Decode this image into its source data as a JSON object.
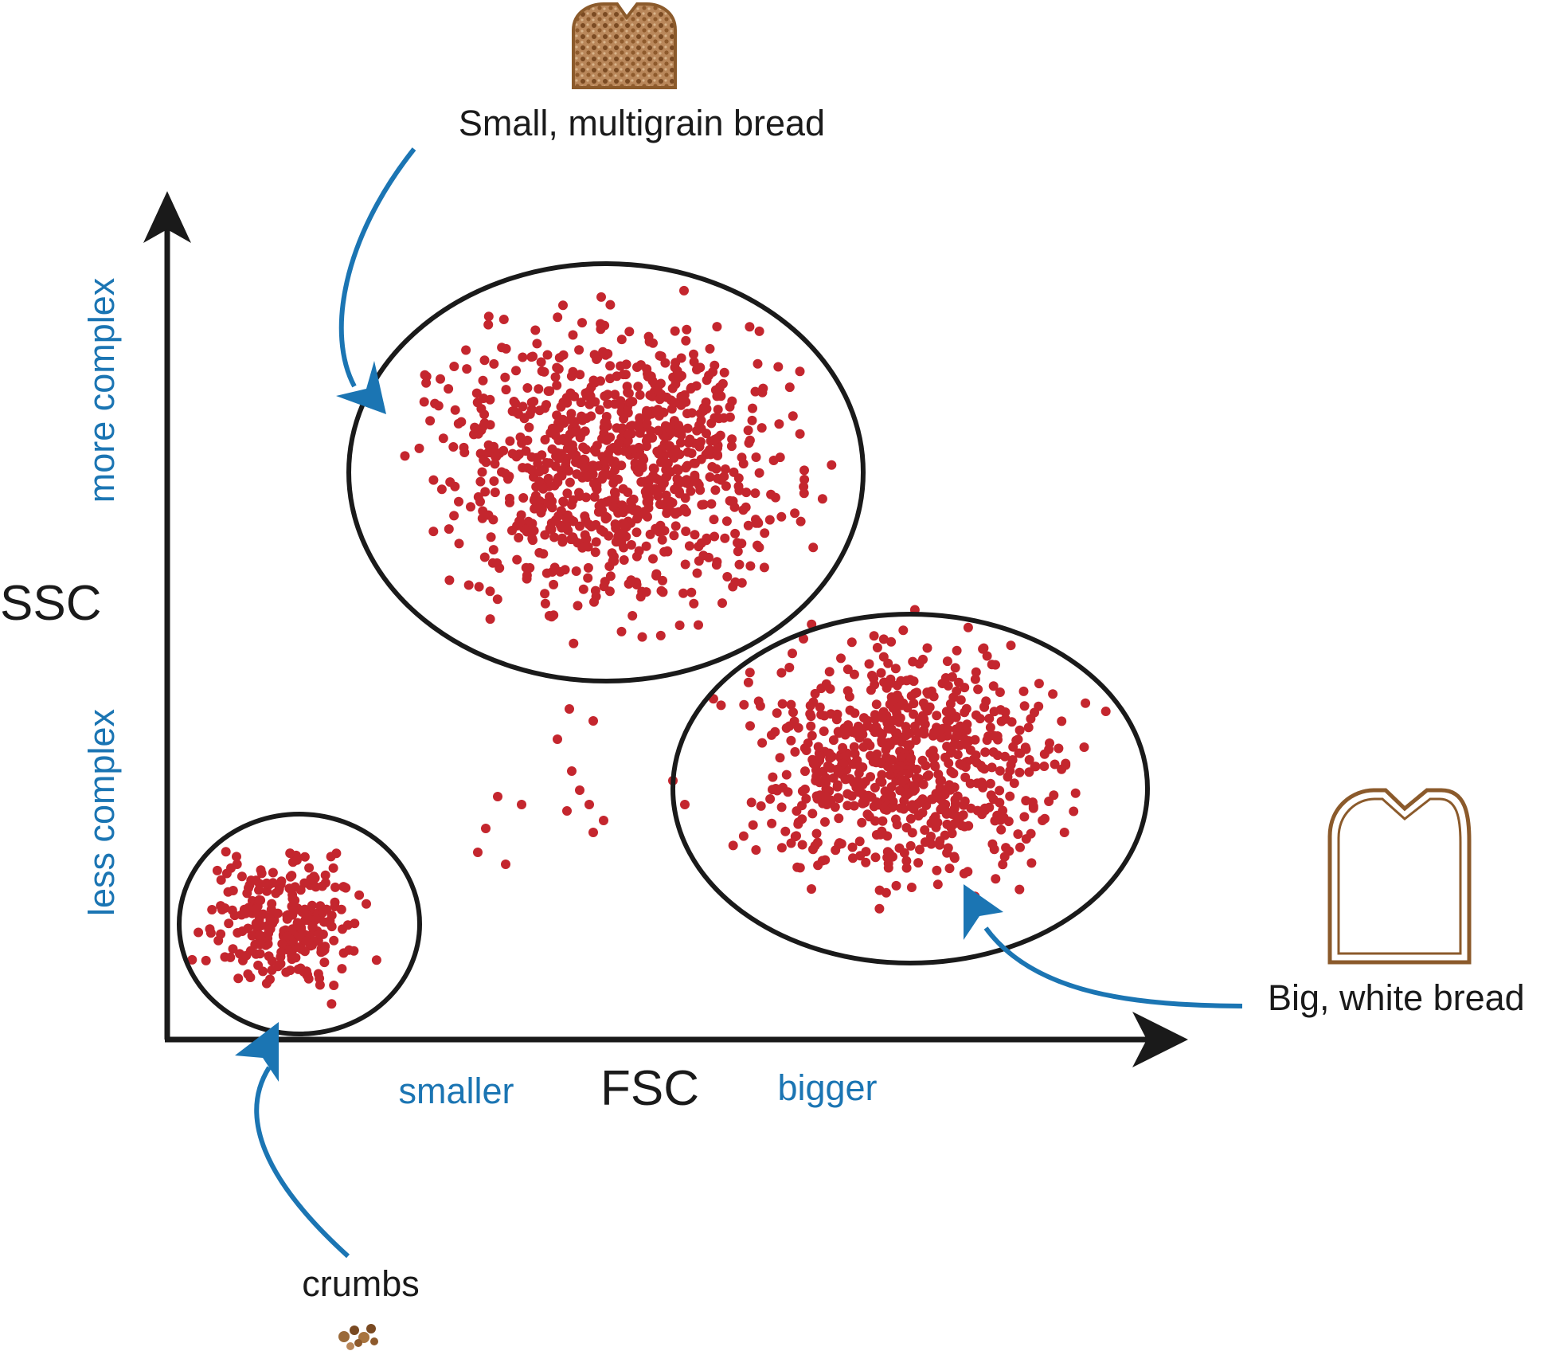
{
  "axes": {
    "x_label": "FSC",
    "y_label": "SSC",
    "x_low": "smaller",
    "x_high": "bigger",
    "y_low": "less complex",
    "y_high": "more complex"
  },
  "annotations": {
    "multigrain": "Small, multigrain bread",
    "white": "Big, white bread",
    "crumbs": "crumbs"
  },
  "populations": [
    {
      "name": "Small, multigrain bread",
      "size": "small",
      "complexity": "high",
      "icon": "multigrain-bread-icon"
    },
    {
      "name": "Big, white bread",
      "size": "big",
      "complexity": "low",
      "icon": "white-bread-icon"
    },
    {
      "name": "crumbs",
      "size": "smallest",
      "complexity": "lowest",
      "icon": "crumbs-icon"
    }
  ],
  "colors": {
    "dots": "#c4262e",
    "arrows": "#1b75b3",
    "axis_labels_blue": "#1b75b3",
    "text": "#1a1a1a",
    "axes": "#1a1a1a",
    "bread_brown": "#8b5a2b"
  }
}
